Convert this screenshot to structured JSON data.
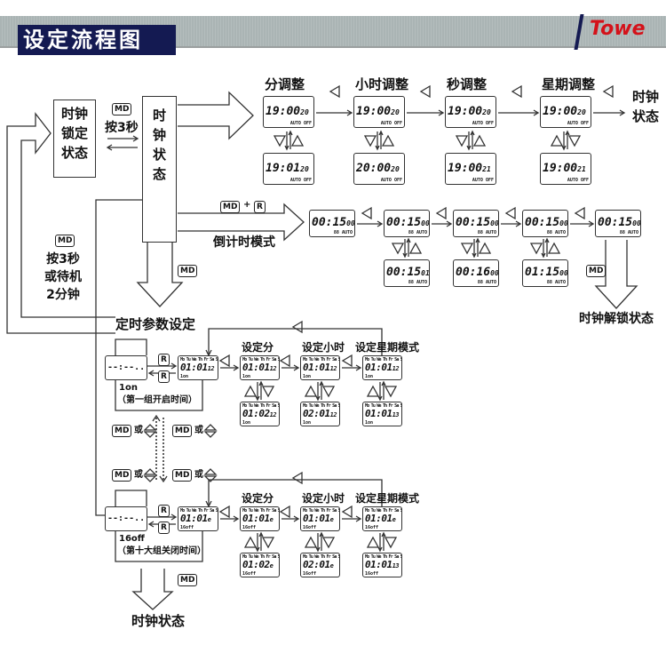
{
  "header": {
    "title": "设定流程图",
    "logo": "Towe"
  },
  "states": {
    "lock": "时钟\n锁定\n状态",
    "clock": "时\n钟\n状\n态",
    "clock_right": "时钟\n状态",
    "timer_setting": "定时参数设定",
    "unlock": "时钟解锁状态",
    "clock_bottom": "时钟状态"
  },
  "keys": {
    "md": "MD",
    "r": "R",
    "plus": "+",
    "or": "或",
    "press3": "按3秒",
    "left_note": "按3秒\n或待机\n2分钟"
  },
  "clock_adjust": {
    "labels": [
      "分调整",
      "小时调整",
      "秒调整",
      "星期调整"
    ],
    "row1": [
      {
        "t": "19:00",
        "s": "20"
      },
      {
        "t": "19:00",
        "s": "20"
      },
      {
        "t": "19:00",
        "s": "20"
      },
      {
        "t": "19:00",
        "s": "20"
      }
    ],
    "row2": [
      {
        "t": "19:01",
        "s": "20"
      },
      {
        "t": "20:00",
        "s": "20"
      },
      {
        "t": "19:00",
        "s": "21"
      },
      {
        "t": "19:00",
        "s": "21"
      }
    ],
    "foot": "AUTO OFF"
  },
  "countdown": {
    "label": "倒计时模式",
    "row1": [
      {
        "t": "00:15",
        "s": "00"
      },
      {
        "t": "00:15",
        "s": "00"
      },
      {
        "t": "00:15",
        "s": "00"
      },
      {
        "t": "00:15",
        "s": "00"
      },
      {
        "t": "00:15",
        "s": "00"
      }
    ],
    "row2": [
      {
        "t": "00:15",
        "s": "01"
      },
      {
        "t": "00:16",
        "s": "00"
      },
      {
        "t": "01:15",
        "s": "00"
      }
    ],
    "foot": "88 AUTO"
  },
  "timer_groups": [
    {
      "blank": "--:--..",
      "tag": "1on",
      "note": "（第一组开启时间）",
      "labels": [
        "设定分",
        "设定小时",
        "设定星期模式"
      ],
      "main": {
        "t": "01:01",
        "s": "12"
      },
      "row1": [
        {
          "t": "01:01",
          "s": "12"
        },
        {
          "t": "01:01",
          "s": "12"
        },
        {
          "t": "01:01",
          "s": "12"
        }
      ],
      "row2": [
        {
          "t": "01:02",
          "s": "12"
        },
        {
          "t": "02:01",
          "s": "12"
        },
        {
          "t": "01:01",
          "s": "13"
        }
      ],
      "sub": "1on"
    },
    {
      "blank": "--:--..",
      "tag": "16off",
      "note": "（第十大组关闭时间）",
      "labels": [
        "设定分",
        "设定小时",
        "设定星期模式"
      ],
      "main": {
        "t": "01:01",
        "s": "e"
      },
      "row1": [
        {
          "t": "01:01",
          "s": "e"
        },
        {
          "t": "01:01",
          "s": "e"
        },
        {
          "t": "01:01",
          "s": "e"
        }
      ],
      "row2": [
        {
          "t": "01:02",
          "s": "e"
        },
        {
          "t": "02:01",
          "s": "e"
        },
        {
          "t": "01:01",
          "s": "13"
        }
      ],
      "sub": "16off"
    }
  ],
  "week_marks": "Mo Tu We Th Fr Sa Su",
  "colors": {
    "navy": "#141a52",
    "band": "#aab4b4",
    "logo_red": "#d4121a"
  }
}
